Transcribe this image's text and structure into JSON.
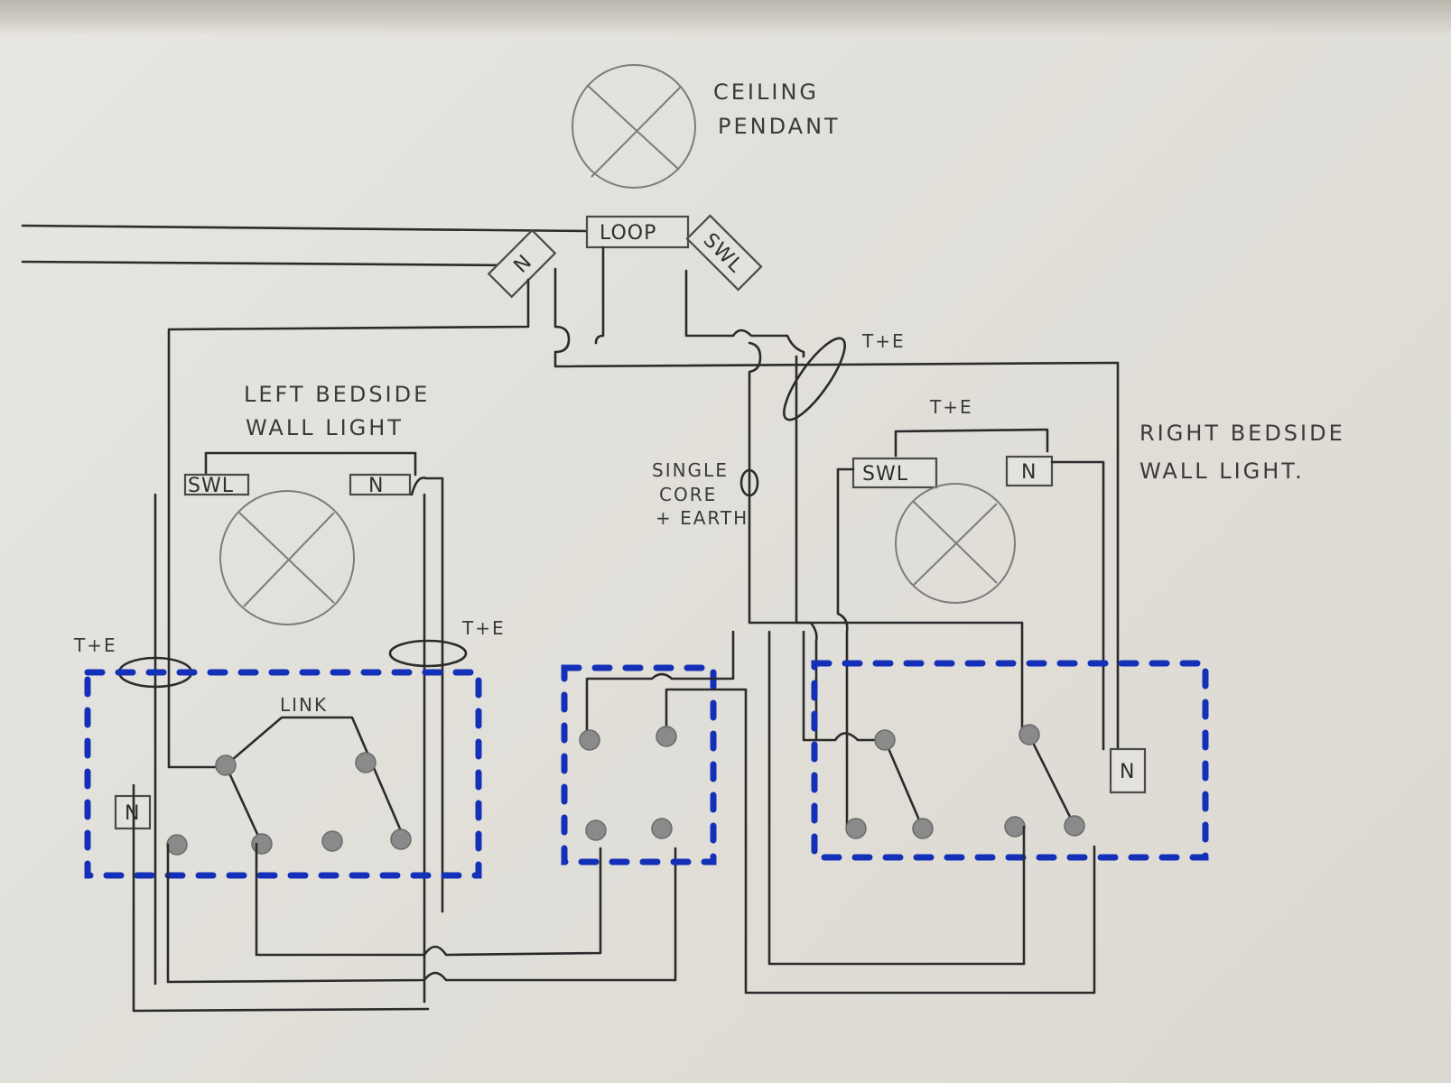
{
  "labels": {
    "ceiling_pendant_line1": "CEILING",
    "ceiling_pendant_line2": "PENDANT",
    "loop": "LOOP",
    "n": "N",
    "swl": "SWL",
    "t_and_e": "T+E",
    "left_wall_light_line1": "LEFT BEDSIDE",
    "left_wall_light_line2": "WALL LIGHT",
    "right_wall_light_line1": "RIGHT BEDSIDE",
    "right_wall_light_line2": "WALL LIGHT.",
    "single_core_line1": "SINGLE",
    "single_core_line2": "CORE",
    "single_core_line3": "+ EARTH",
    "link": "LINK"
  },
  "colors": {
    "paper": "#e4e2dc",
    "wire": "#2b2b2b",
    "pencil": "#7c7c7c",
    "switch_outline": "#1430b8"
  }
}
